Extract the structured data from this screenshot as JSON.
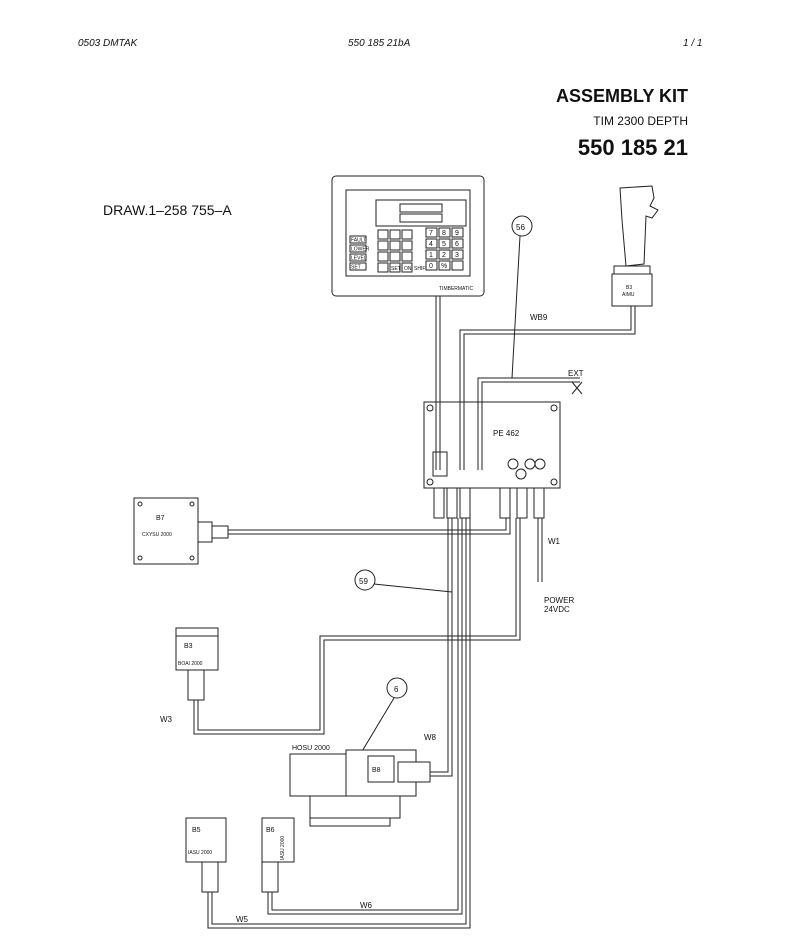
{
  "header": {
    "left": "0503   DMTAK",
    "center": "550 185 21bA",
    "right": "1 / 1"
  },
  "title": "ASSEMBLY KIT",
  "subtitle": "TIM 2300 DEPTH",
  "part_number": "550 185 21",
  "drawing_ref": "DRAW.1–258 755–A",
  "components": {
    "pe": "PE 462",
    "joystick_id": "B3",
    "joystick_type": "AIMU",
    "b7_id": "B7",
    "b7_type": "CXYSU 2000",
    "b3_id": "B3",
    "b3_type": "BOAI 2000",
    "b8_id": "B8",
    "b8_type": "HOSU 2000",
    "b5_id": "B5",
    "b5_type": "IASU 2000",
    "b6_id": "B6",
    "b6_type": "IASU 2000"
  },
  "labels": {
    "ext": "EXT",
    "power": "POWER",
    "voltage": "24VDC",
    "wb9": "WB9",
    "w1": "W1",
    "w3": "W3",
    "w5": "W5",
    "w6": "W6",
    "w8": "W8",
    "callout_56": "56",
    "callout_59": "59",
    "callout_6": "6"
  },
  "display": {
    "side_keys": [
      "FAULT",
      "LOWER",
      "LEVEL",
      "SET"
    ],
    "numpad": [
      "7",
      "8",
      "9",
      "4",
      "5",
      "6",
      "1",
      "2",
      "3",
      "0",
      "%"
    ],
    "bottom_keys": [
      "SET",
      "ON",
      "SHIFT"
    ],
    "brand": "TIMBERMATIC"
  }
}
